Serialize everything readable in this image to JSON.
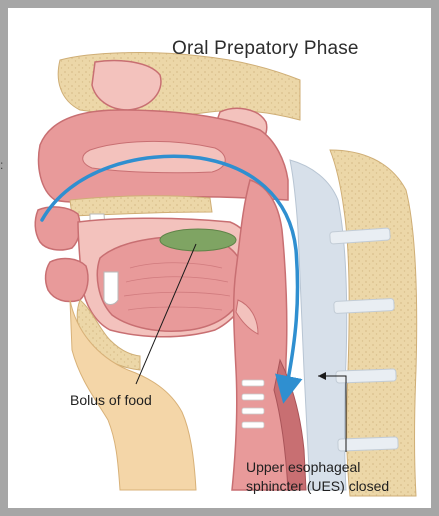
{
  "figure": {
    "title": "Oral Prepatory Phase",
    "labels": {
      "bolus": "Bolus of food",
      "ues_line1": "Upper esophageal",
      "ues_line2": "sphincter (UES) closed"
    },
    "stray_mark": ":"
  },
  "colors": {
    "frame": "#a6a6a6",
    "bone": "#ecd7a8",
    "bone_dot": "#d9bf8c",
    "tissue": "#e89a9a",
    "tissue_dark": "#c86f72",
    "tissue_light": "#f3c2bd",
    "cartilage": "#d7e0ea",
    "bolus": "#7fa463",
    "arrow": "#2f8fd0",
    "pointer": "#1a1a1a"
  }
}
